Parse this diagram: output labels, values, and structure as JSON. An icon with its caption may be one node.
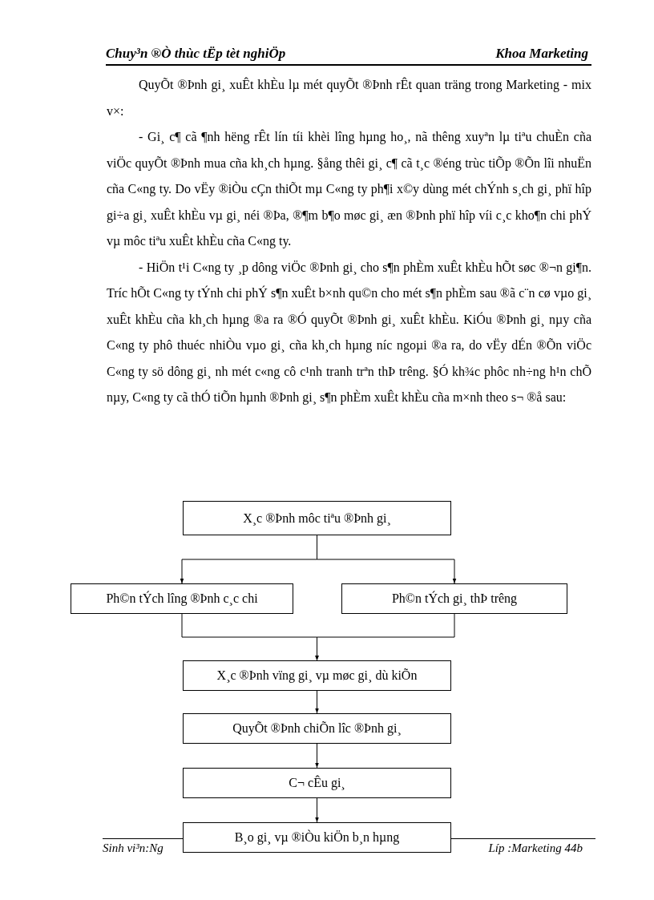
{
  "diagram": {
    "nodes": [
      {
        "text": [
          "X¸c ®Þnh môc tiªu ®Þnh gi¸"
        ]
      },
      {
        "text": [
          "Ph©n tÝch lîng ®Þnh c¸c chi"
        ]
      },
      {
        "text": [
          "Ph©n tÝch gi¸ thÞ trêng"
        ]
      },
      {
        "text": [
          "X¸c ®Þnh vïng gi¸ vµ møc gi¸ dù kiÕn"
        ]
      },
      {
        "text": [
          "QuyÕt ®Þnh chiÕn lîc ®Þnh gi¸"
        ]
      },
      {
        "text": [
          "C¬ cÊu gi¸"
        ]
      },
      {
        "text": [
          "B¸o gi¸ vµ ®iÒu kiÖn b¸n hµng"
        ]
      }
    ],
    "edges": [
      {
        "from": 0,
        "to": 1,
        "arrow": "to"
      },
      {
        "from": 0,
        "to": 2,
        "arrow": "to"
      },
      {
        "from": 1,
        "to": 3,
        "arrow": "to"
      },
      {
        "from": 2,
        "to": 3,
        "arrow": "to"
      },
      {
        "from": 3,
        "to": 4,
        "arrow": "to"
      },
      {
        "from": 4,
        "to": 5,
        "arrow": "to"
      },
      {
        "from": 5,
        "to": 6,
        "arrow": "to"
      }
    ],
    "labels": [
      "Chuy³n ®Ò thùc tËp tèt nghiÖp",
      "Khoa Marketing",
      "QuyÕt ®Þnh gi¸ xuÊt khÈu lµ mét quyÕt ®Þnh rÊt quan träng trong Marketing - mix v×:",
      "- Gi¸ c¶ cã ¶nh hëng rÊt lín tíi khèi lîng hµng ho¸, nã thêng xuyªn lµ tiªu chuÈn cña viÖc quyÕt ®Þnh mua cña kh¸ch hµng. §ång thêi gi¸ c¶ cã t¸c ®éng trùc tiÕp ®Õn lîi nhuËn cña C«ng ty. Do vËy ®iÒu cÇn thiÕt mµ C«ng ty ph¶i x©y dùng mét chÝnh s¸ch gi¸ phï hîp gi÷a gi¸ xuÊt khÈu vµ gi¸ néi ®Þa, ®¶m b¶o møc gi¸ æn ®Þnh phï hîp víi c¸c kho¶n chi phÝ vµ môc tiªu xuÊt khÈu cña C«ng ty.",
      "- HiÖn t¹i C«ng ty ¸p dông viÖc ®Þnh gi¸ cho s¶n phÈm xuÊt khÈu hÕt søc ®¬n gi¶n. Tríc hÕt C«ng ty tÝnh chi phÝ s¶n xuÊt b×nh qu©n cho mét s¶n phÈm sau ®ã c¨n cø vµo gi¸ xuÊt khÈu cña kh¸ch hµng ®a ra ®Ó quyÕt ®Þnh gi¸ xuÊt khÈu. KiÓu ®Þnh gi¸ nµy cña C«ng ty phô thuéc nhiÒu vµo gi¸ cña kh¸ch hµng níc ngoµi ®a ra, do vËy dÉn ®Õn viÖc C«ng ty sö dông gi¸ nh mét c«ng cô c¹nh tranh trªn thÞ trêng. §Ó kh¾c phôc nh÷ng h¹n chÕ nµy, C«ng ty cã thÓ tiÕn hµnh ®Þnh gi¸ s¶n phÈm xuÊt khÈu cña m×nh theo s¬ ®å sau:",
      "Sinh vi³n:Ng",
      "Líp :Marketing 44b"
    ]
  }
}
